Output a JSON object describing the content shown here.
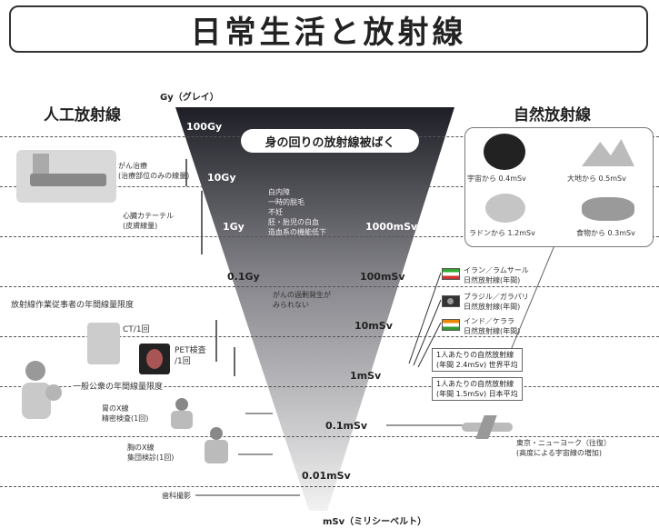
{
  "title": "日常生活と放射線",
  "left_header": "人工放射線",
  "right_header": "自然放射線",
  "axis_top": "Gy（グレイ）",
  "axis_bottom": "mSv（ミリシーベルト）",
  "banner": "身の回りの放射線被ばく",
  "gy_labels": [
    "100Gy",
    "10Gy",
    "1Gy",
    "0.1Gy"
  ],
  "msv_labels": [
    "1000mSv",
    "100mSv",
    "10mSv",
    "1mSv",
    "0.1mSv",
    "0.01mSv"
  ],
  "artificial": {
    "cancer_therapy": "がん治療\n(治療部位のみの線量)",
    "cardiac_cath": "心臓カテーテル\n(皮膚線量)",
    "worker_limit": "放射線作業従事者の年間線量限度",
    "ct": "CT/1回",
    "pet": "PET検査\n/1回",
    "public_limit": "一般公衆の年間線量限度",
    "stomach_xray": "胃のX線\n精密検査(1回)",
    "chest_xray": "胸のX線\n集団検診(1回)",
    "dental": "歯科撮影"
  },
  "effects": {
    "list": "白内障\n一時的脱毛\n不妊\n胚・胎児の白血\n造血系の機能低下",
    "cancer_note": "がんの過剰発生が\nみられない"
  },
  "natural": {
    "cosmic": "宇宙から 0.4mSv",
    "ground": "大地から 0.5mSv",
    "radon": "ラドンから 1.2mSv",
    "food": "食物から 0.3mSv",
    "iran": "イラン／ラムサール\n日然放射線(年間)",
    "brazil": "ブラジル／ガラパリ\n日然放射線(年間)",
    "india": "インド／ケララ\n日然放射線(年間)",
    "world_avg": "1人あたりの自然放射線\n(年間 2.4mSv) 世界平均",
    "japan_avg": "1人あたりの自然放射線\n(年間 1.5mSv) 日本平均",
    "flight": "東京・ニューヨーク（往復）\n(高度による宇宙線の増加)"
  },
  "colors": {
    "funnel_top": "#1e1e26",
    "funnel_bottom": "#f2f2f2",
    "accent": "#444444"
  }
}
